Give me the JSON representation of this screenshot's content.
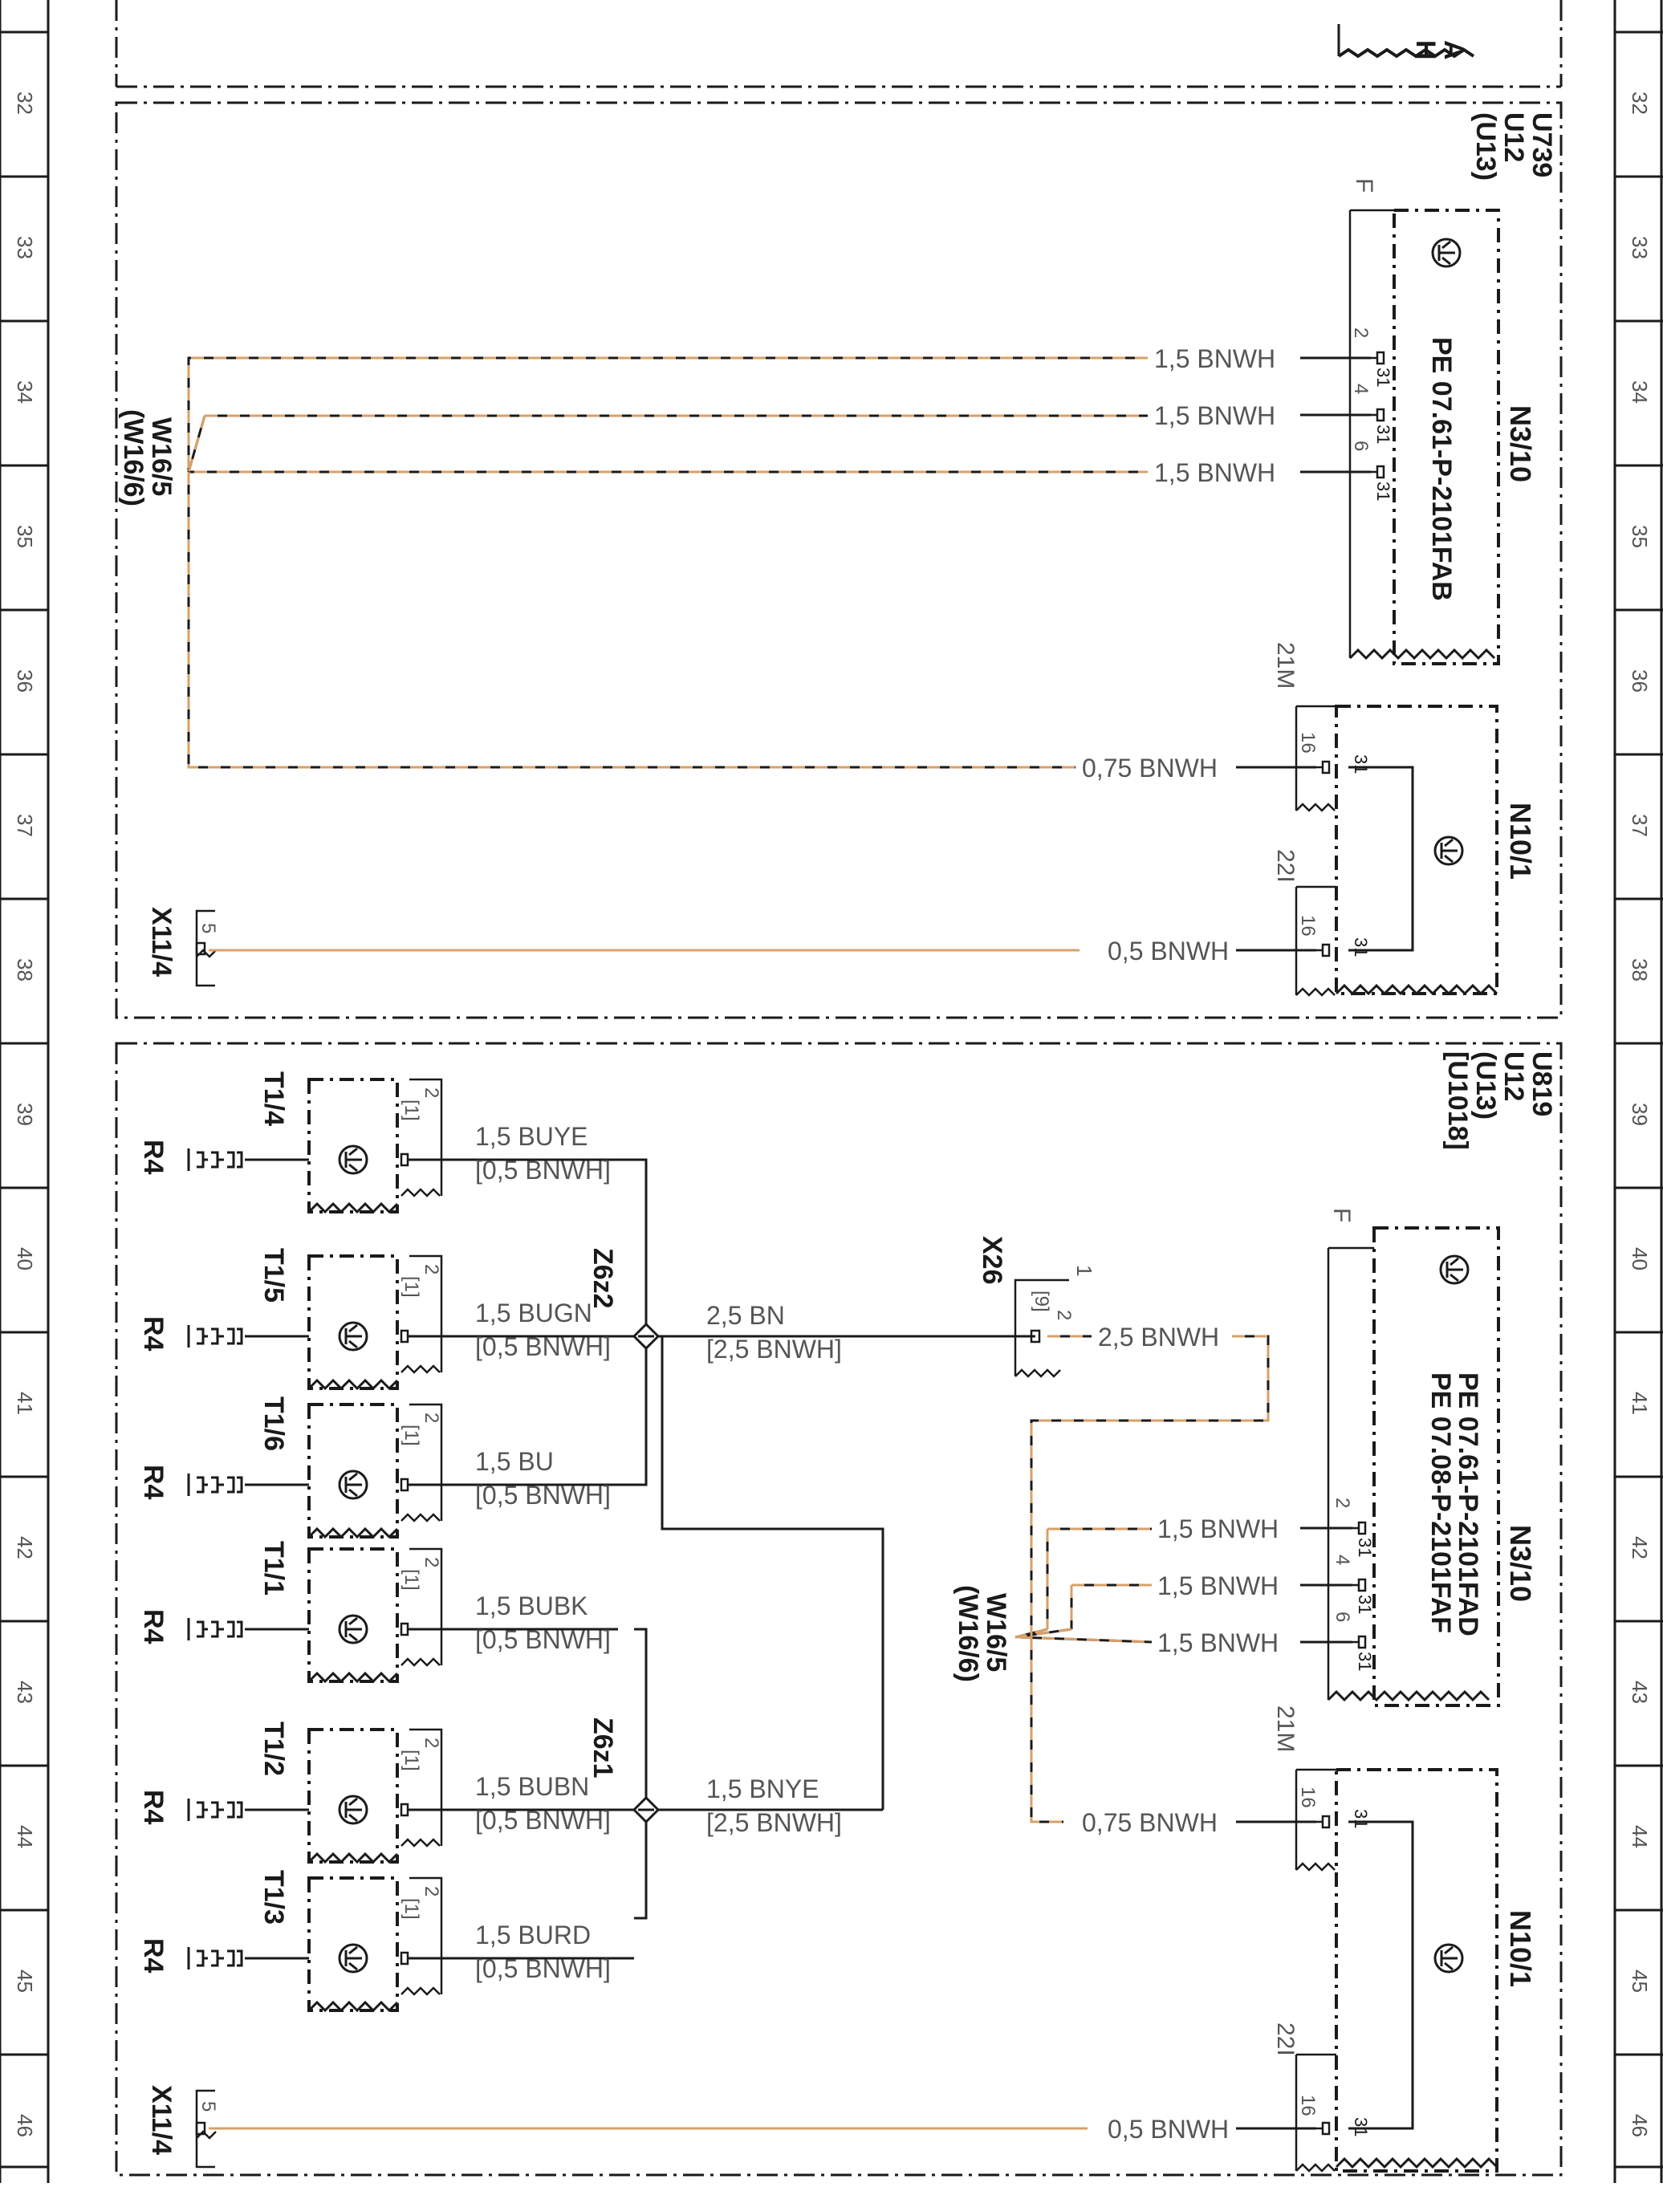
{
  "colors": {
    "ink": "#1a1a1a",
    "wire_brown_white": "#d8a06a",
    "label_gray": "#555555"
  },
  "ruler": {
    "numbers": [
      "32",
      "33",
      "34",
      "35",
      "36",
      "37",
      "38",
      "39",
      "40",
      "41",
      "42",
      "43",
      "44",
      "45",
      "46"
    ]
  },
  "top_fragment": {
    "letters": "H A",
    "letter_h": "H",
    "letter_a": "A"
  },
  "upper_circuit": {
    "codes": [
      "U739",
      "U12",
      "(U13)"
    ],
    "splice": {
      "name": "W16/5",
      "alt": "(W16/6)"
    },
    "n3_10": {
      "name": "N3/10",
      "connector": "F",
      "pe_ref": "PE 07.61-P-2101FAB",
      "pins": [
        {
          "pin": "2",
          "term": "31",
          "wire": "1,5 BNWH"
        },
        {
          "pin": "4",
          "term": "31",
          "wire": "1,5 BNWH"
        },
        {
          "pin": "6",
          "term": "31",
          "wire": "1,5 BNWH"
        }
      ]
    },
    "n10_1": {
      "name": "N10/1",
      "c1": {
        "connector": "21M",
        "pin": "16",
        "term": "31",
        "wire": "0,75 BNWH"
      },
      "c2": {
        "connector": "22I",
        "pin": "16",
        "term": "31",
        "wire": "0,5 BNWH"
      }
    },
    "x11_4": {
      "name": "X11/4",
      "pin": "5"
    }
  },
  "lower_circuit": {
    "codes": [
      "U819",
      "U12",
      "(U13)",
      "[U1018]"
    ],
    "splice": {
      "name": "W16/5",
      "alt": "(W16/6)"
    },
    "transmitters": [
      {
        "name": "T1/4",
        "load": "R4",
        "pin": "2",
        "alt_pin": "[1]",
        "wire": "1,5 BUYE",
        "alt_wire": "[0,5 BNWH]"
      },
      {
        "name": "T1/5",
        "load": "R4",
        "pin": "2",
        "alt_pin": "[1]",
        "wire": "1,5 BUGN",
        "alt_wire": "[0,5 BNWH]"
      },
      {
        "name": "T1/6",
        "load": "R4",
        "pin": "2",
        "alt_pin": "[1]",
        "wire": "1,5 BU",
        "alt_wire": "[0,5 BNWH]"
      },
      {
        "name": "T1/1",
        "load": "R4",
        "pin": "2",
        "alt_pin": "[1]",
        "wire": "1,5 BUBK",
        "alt_wire": "[0,5 BNWH]"
      },
      {
        "name": "T1/2",
        "load": "R4",
        "pin": "2",
        "alt_pin": "[1]",
        "wire": "1,5 BUBN",
        "alt_wire": "[0,5 BNWH]"
      },
      {
        "name": "T1/3",
        "load": "R4",
        "pin": "2",
        "alt_pin": "[1]",
        "wire": "1,5 BURD",
        "alt_wire": "[0,5 BNWH]"
      }
    ],
    "z6z2": {
      "name": "Z6z2",
      "wire": "2,5 BN",
      "alt_wire": "[2,5 BNWH]"
    },
    "z6z1": {
      "name": "Z6z1",
      "wire": "1,5 BNYE",
      "alt_wire": "[2,5 BNWH]"
    },
    "x26": {
      "name": "X26",
      "pin_top": "1",
      "pin": "2",
      "alt_pin": "[9]",
      "wire": "2,5 BNWH"
    },
    "n3_10": {
      "name": "N3/10",
      "connector": "F",
      "pe_ref1": "PE 07.61-P-2101FAD",
      "pe_ref2": "PE 07.08-P-2101FAF",
      "pins": [
        {
          "pin": "2",
          "term": "31",
          "wire": "1,5 BNWH"
        },
        {
          "pin": "4",
          "term": "31",
          "wire": "1,5 BNWH"
        },
        {
          "pin": "6",
          "term": "31",
          "wire": "1,5 BNWH"
        }
      ]
    },
    "n10_1": {
      "name": "N10/1",
      "c1": {
        "connector": "21M",
        "pin": "16",
        "term": "31",
        "wire": "0,75 BNWH"
      },
      "c2": {
        "connector": "22I",
        "pin": "16",
        "term": "31",
        "wire": "0,5 BNWH"
      }
    },
    "x11_4": {
      "name": "X11/4",
      "pin": "5"
    }
  }
}
